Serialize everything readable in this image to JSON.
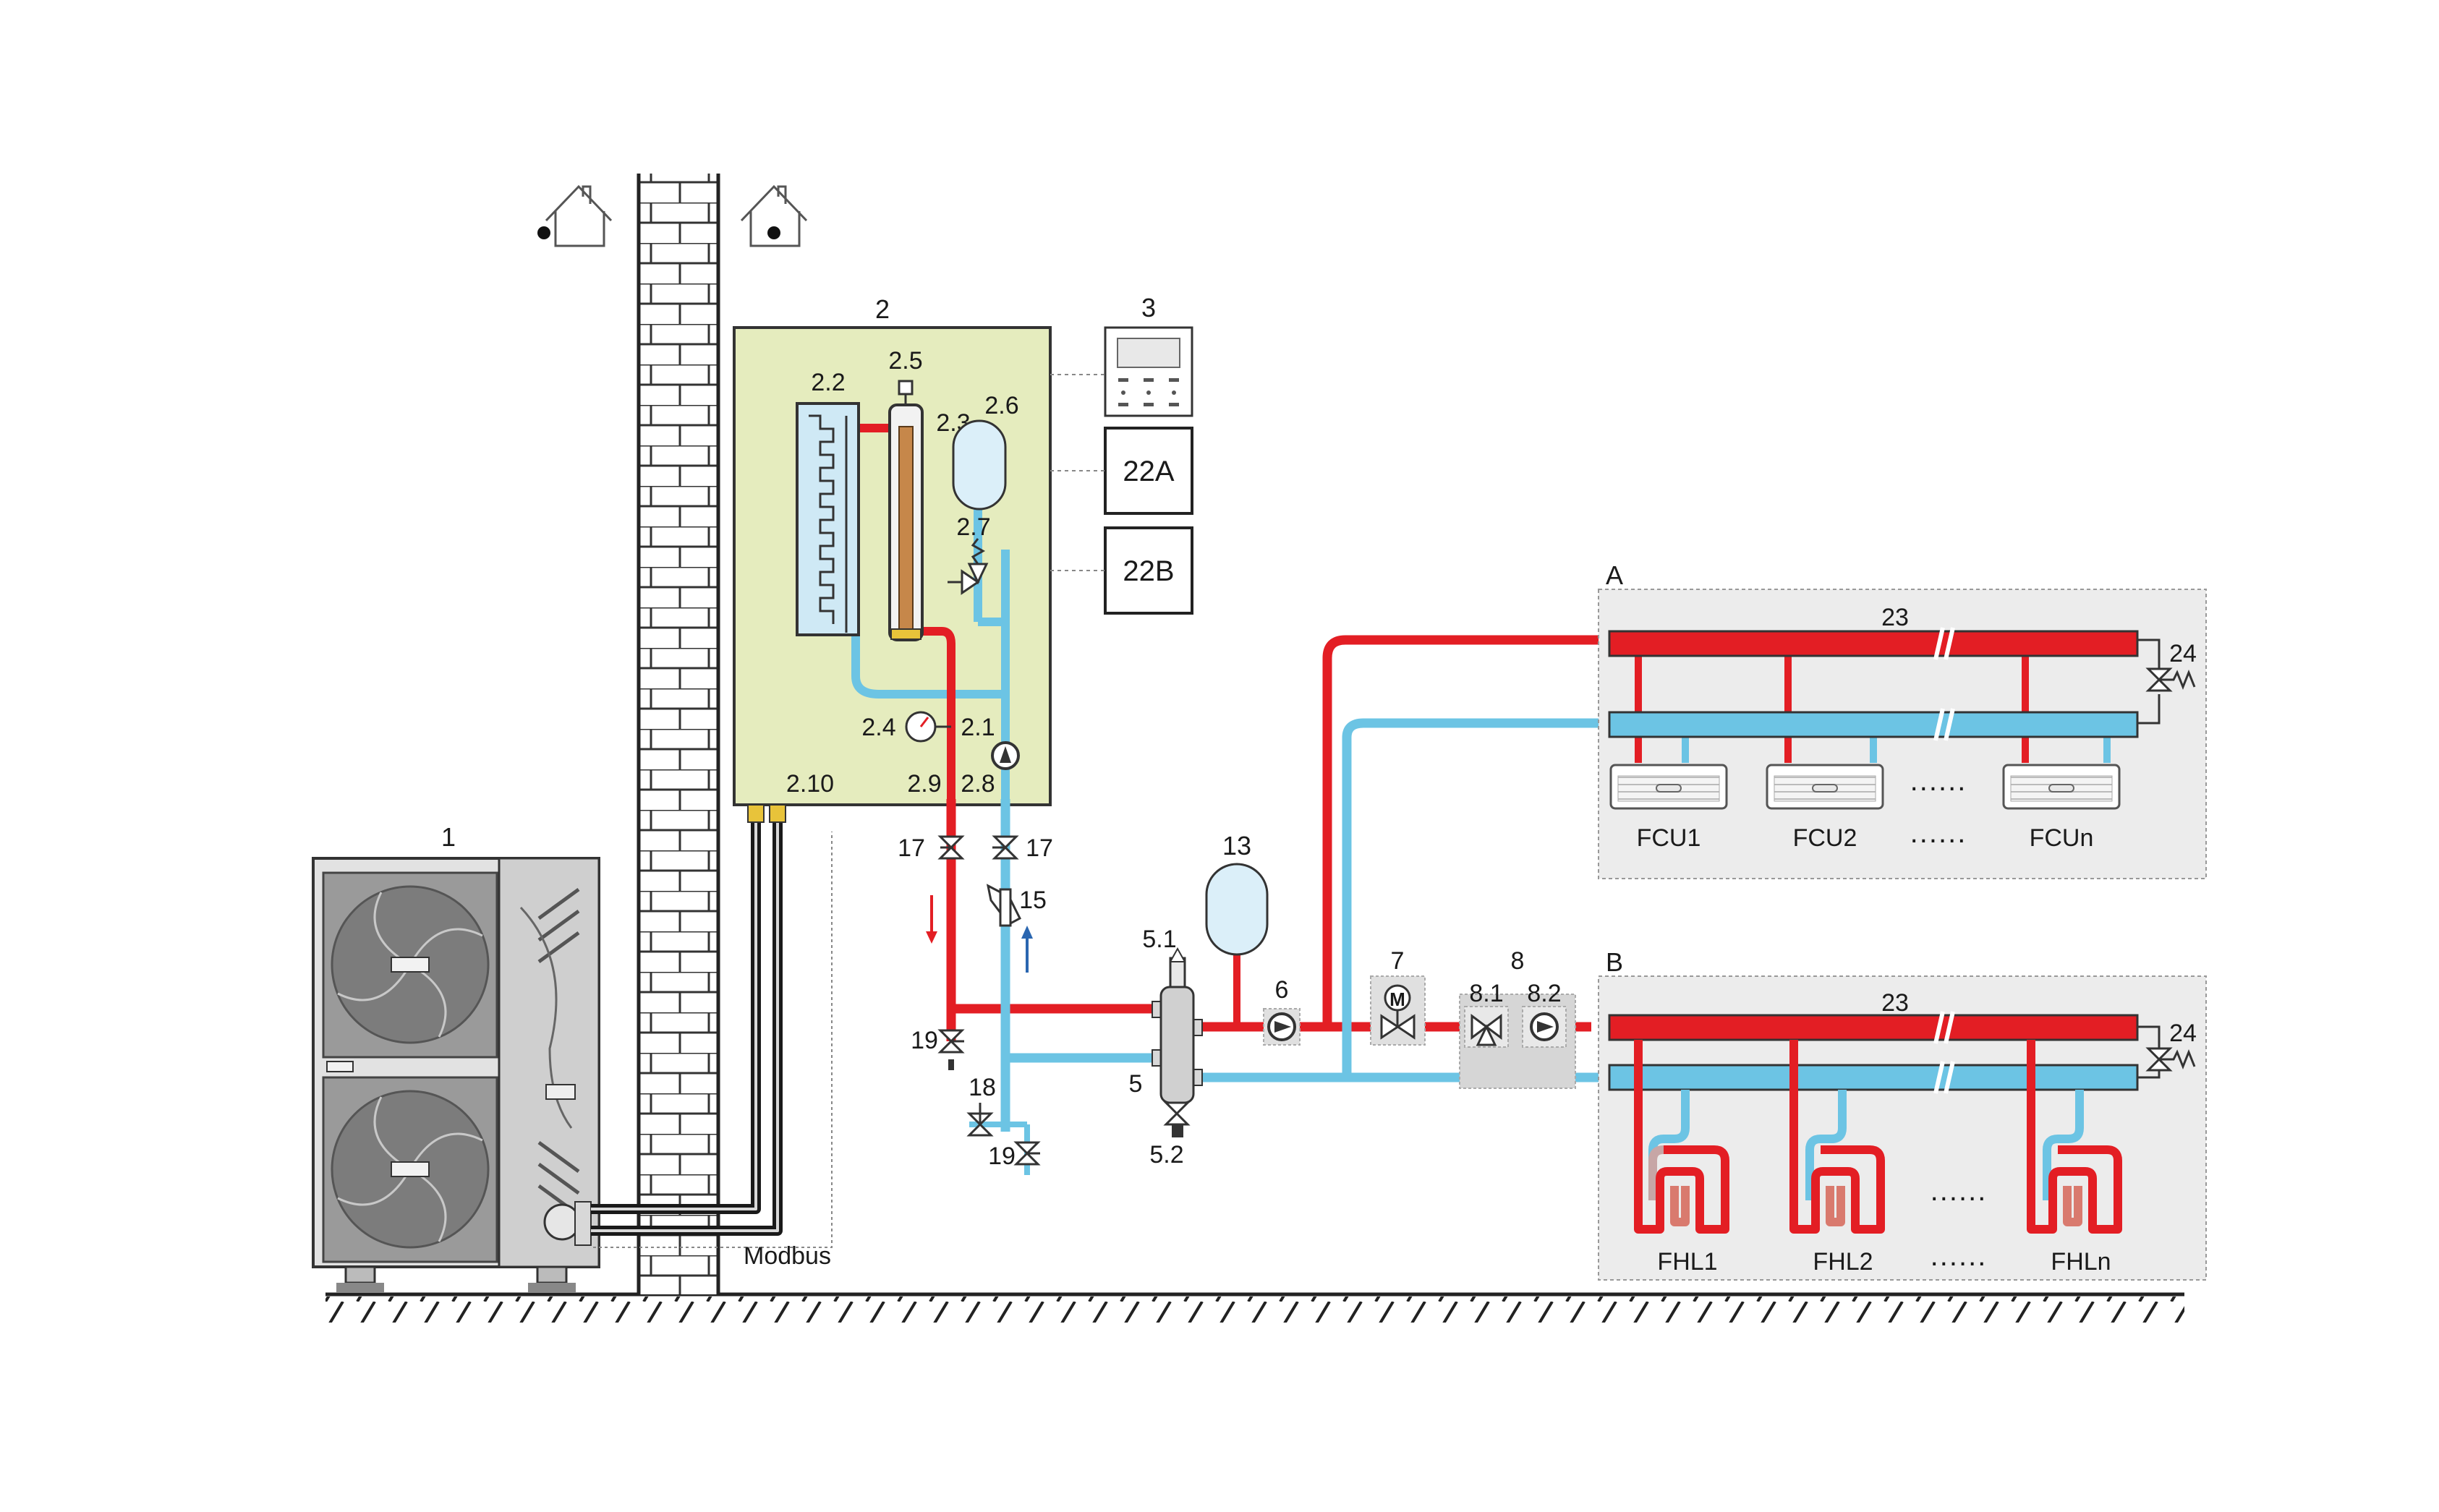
{
  "labels": {
    "unit_outdoor": "1",
    "unit_indoor": "2",
    "controller": "3",
    "box_22a": "22A",
    "box_22b": "22B",
    "l_2_1": "2.1",
    "l_2_2": "2.2",
    "l_2_3": "2.3",
    "l_2_4": "2.4",
    "l_2_5": "2.5",
    "l_2_6": "2.6",
    "l_2_7": "2.7",
    "l_2_8": "2.8",
    "l_2_9": "2.9",
    "l_2_10": "2.10",
    "l_5": "5",
    "l_5_1": "5.1",
    "l_5_2": "5.2",
    "l_6": "6",
    "l_7": "7",
    "l_8": "8",
    "l_8_1": "8.1",
    "l_8_2": "8.2",
    "l_13": "13",
    "l_15": "15",
    "l_17a": "17",
    "l_17b": "17",
    "l_18": "18",
    "l_19a": "19",
    "l_19b": "19",
    "l_23a": "23",
    "l_23b": "23",
    "l_24a": "24",
    "l_24b": "24",
    "zone_a": "A",
    "zone_b": "B",
    "modbus": "Modbus",
    "fcu1": "FCU1",
    "fcu2": "FCU2",
    "fcun": "FCUn",
    "fhl1": "FHL1",
    "fhl2": "FHL2",
    "fhln": "FHLn",
    "ellipsis": "......"
  },
  "colors": {
    "supply": "#e31e24",
    "return": "#6cc4e4",
    "refrigerant": "#1a1a1a",
    "indoor_unit_bg": "#e5ecbe",
    "zone_bg": "#ececec"
  }
}
